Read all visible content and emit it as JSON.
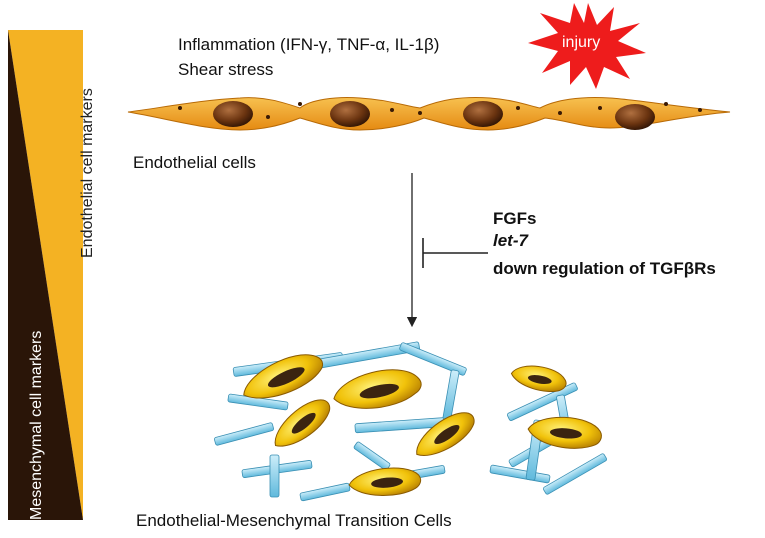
{
  "marker_bar": {
    "top_label": "Endothelial cell markers",
    "bottom_label": "Mesenchymal cell markers",
    "top_color": "#f4b223",
    "bottom_color": "#2a1508"
  },
  "stimuli": {
    "line1": "Inflammation (IFN-γ, TNF-α, IL-1β)",
    "line2": "Shear stress"
  },
  "injury": {
    "label": "injury",
    "color": "#ee1c1c"
  },
  "endothelial_cells": {
    "caption": "Endothelial cells"
  },
  "inhibitors": {
    "item1": "FGFs",
    "item2": "let-7",
    "item3": "down regulation of TGFβRs"
  },
  "endmt_cells": {
    "caption": "Endothelial-Mesenchymal Transition Cells"
  }
}
